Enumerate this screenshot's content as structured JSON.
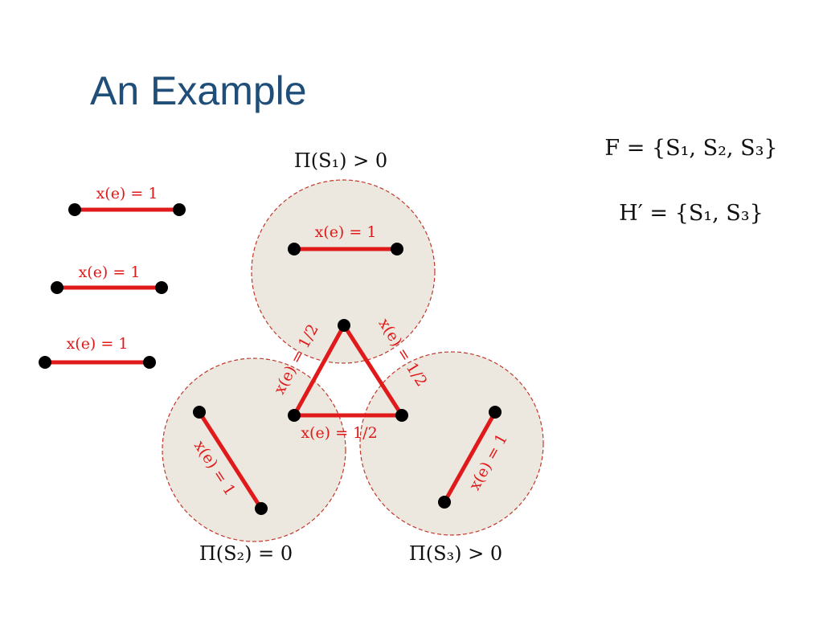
{
  "slide": {
    "title": "An Example"
  },
  "colors": {
    "title": "#1f4e79",
    "edge": "#e01a1a",
    "node": "#000000",
    "circle_fill": "#ede8df",
    "circle_border": "#c0392b"
  },
  "labels": {
    "edge_one": "x(e) = 1",
    "edge_half_left": "x(e) = 1/2",
    "edge_half_right": "x(e) = 1/2",
    "edge_half_bottom": "x(e) = 1/2",
    "pi_s1": "Π(S₁) > 0",
    "pi_s2": "Π(S₂) = 0",
    "pi_s3": "Π(S₃) > 0",
    "family_f": "F = {S₁, S₂, S₃}",
    "family_h": "H′ = {S₁, S₃}"
  }
}
